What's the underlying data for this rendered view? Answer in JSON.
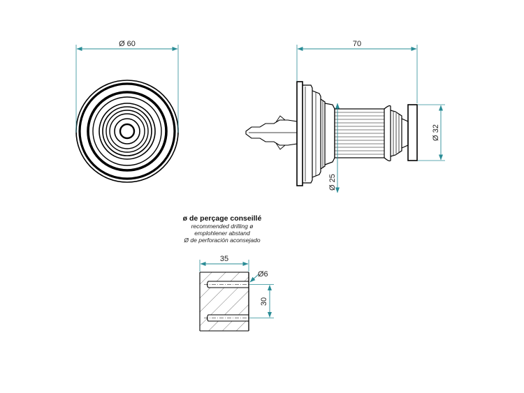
{
  "front_view": {
    "diameter_label": "Ø 60"
  },
  "side_view": {
    "length_label": "70",
    "head_diameter_label": "Ø 32",
    "shaft_diameter_label": "Ø 25"
  },
  "drilling_note": {
    "title": "ø de perçage conseillé",
    "line_en": "recommended drilling ø",
    "line_de": "emplohlener abstand",
    "line_es": "Ø de perforación aconsejado"
  },
  "drilling_detail": {
    "width_label": "35",
    "spacing_label": "30",
    "hole_label": "Ø6"
  },
  "colors": {
    "dimension": "#2a8c96",
    "outline": "#000000"
  }
}
